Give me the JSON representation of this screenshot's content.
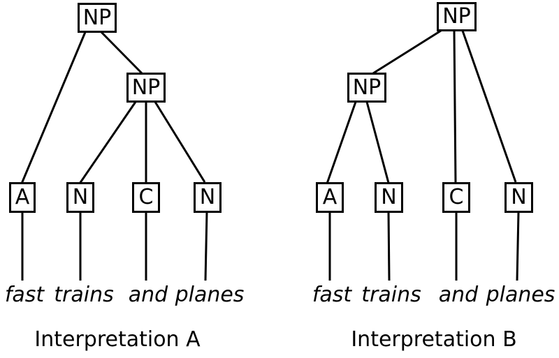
{
  "diagram": {
    "background_color": "#ffffff",
    "line_color": "#000000",
    "sentence": [
      "fast",
      "trains",
      "and",
      "planes"
    ]
  },
  "trees": [
    {
      "id": "A",
      "caption": "Interpretation A",
      "root_label": "NP",
      "inner_label": "NP",
      "leaves": [
        {
          "pos": "A",
          "word": "fast"
        },
        {
          "pos": "N",
          "word": "trains"
        },
        {
          "pos": "C",
          "word": "and"
        },
        {
          "pos": "N",
          "word": "planes"
        }
      ],
      "edges": [
        "NP(root) - A",
        "NP(root) - NP(inner)",
        "NP(inner) - N(trains)",
        "NP(inner) - C(and)",
        "NP(inner) - N(planes)"
      ]
    },
    {
      "id": "B",
      "caption": "Interpretation B",
      "root_label": "NP",
      "inner_label": "NP",
      "leaves": [
        {
          "pos": "A",
          "word": "fast"
        },
        {
          "pos": "N",
          "word": "trains"
        },
        {
          "pos": "C",
          "word": "and"
        },
        {
          "pos": "N",
          "word": "planes"
        }
      ],
      "edges": [
        "NP(root) - NP(inner)",
        "NP(root) - C(and)",
        "NP(root) - N(planes)",
        "NP(inner) - A(fast)",
        "NP(inner) - N(trains)"
      ]
    }
  ]
}
